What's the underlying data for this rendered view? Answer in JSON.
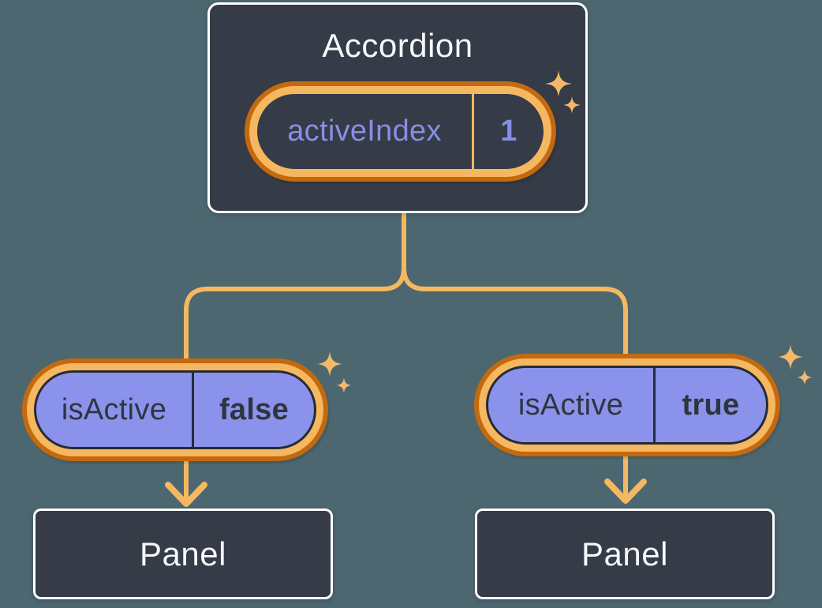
{
  "colors": {
    "background": "#4C6770",
    "card_fill": "#353B47",
    "card_border": "#FFFFFF",
    "accent_orange": "#F5B860",
    "accent_orange_dark": "#C5690F",
    "pill_purple": "#8A92EB",
    "pill_purple_border": "#262B34",
    "text_light": "#F6F7F9",
    "text_dark": "#2F353E",
    "text_purple": "#878EE6"
  },
  "icons": {
    "sparkle": "✦"
  },
  "accordion_card": {
    "title": "Accordion",
    "state_pill": {
      "label": "activeIndex",
      "value": "1"
    }
  },
  "children": [
    {
      "prop_pill": {
        "label": "isActive",
        "value": "false"
      },
      "panel": {
        "title": "Panel"
      }
    },
    {
      "prop_pill": {
        "label": "isActive",
        "value": "true"
      },
      "panel": {
        "title": "Panel"
      }
    }
  ]
}
